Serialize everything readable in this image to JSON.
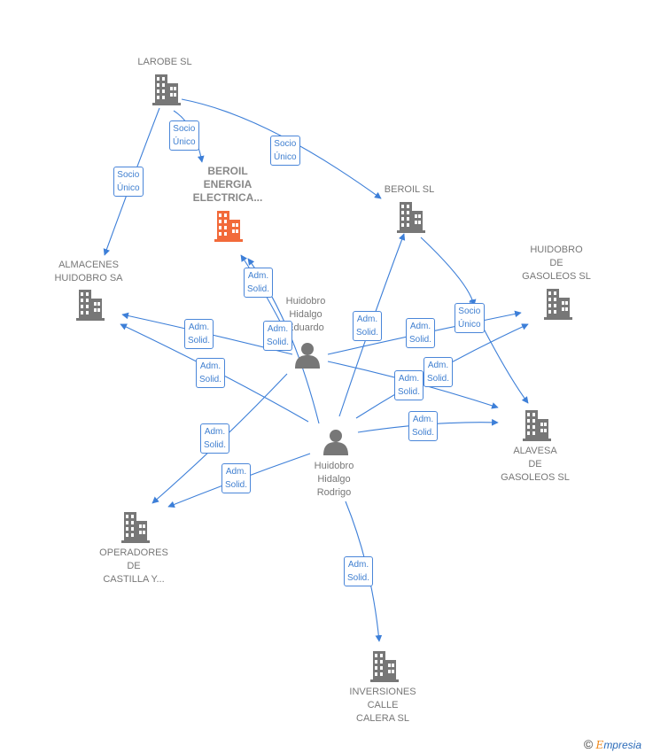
{
  "colors": {
    "edge": "#3d7fd8",
    "company": "#777777",
    "highlight": "#f26a3a",
    "person": "#777777"
  },
  "nodes": {
    "larobe": {
      "label": "LAROBE SL",
      "icon": "building-icon"
    },
    "beroil_energia": {
      "label": "BEROIL\nENERGIA\nELECTRICA...",
      "icon": "building-icon"
    },
    "beroil": {
      "label": "BEROIL SL",
      "icon": "building-icon"
    },
    "almacenes": {
      "label": "ALMACENES\nHUIDOBRO SA",
      "icon": "building-icon"
    },
    "huidobro_gasoleos": {
      "label": "HUIDOBRO\nDE\nGASOLEOS SL",
      "icon": "building-icon"
    },
    "eduardo": {
      "label": "Huidobro\nHidalgo\nEduardo",
      "icon": "person-icon"
    },
    "rodrigo": {
      "label": "Huidobro\nHidalgo\nRodrigo",
      "icon": "person-icon"
    },
    "alavesa": {
      "label": "ALAVESA\nDE\nGASOLEOS  SL",
      "icon": "building-icon"
    },
    "operadores": {
      "label": "OPERADORES\nDE\nCASTILLA Y...",
      "icon": "building-icon"
    },
    "inversiones": {
      "label": "INVERSIONES\nCALLE\nCALERA  SL",
      "icon": "building-icon"
    }
  },
  "edge_labels": {
    "socio_unico": "Socio\nÚnico",
    "adm_solid": "Adm.\nSolid."
  },
  "footer": {
    "copyright": "©",
    "brand_first": "E",
    "brand_rest": "mpresia"
  }
}
